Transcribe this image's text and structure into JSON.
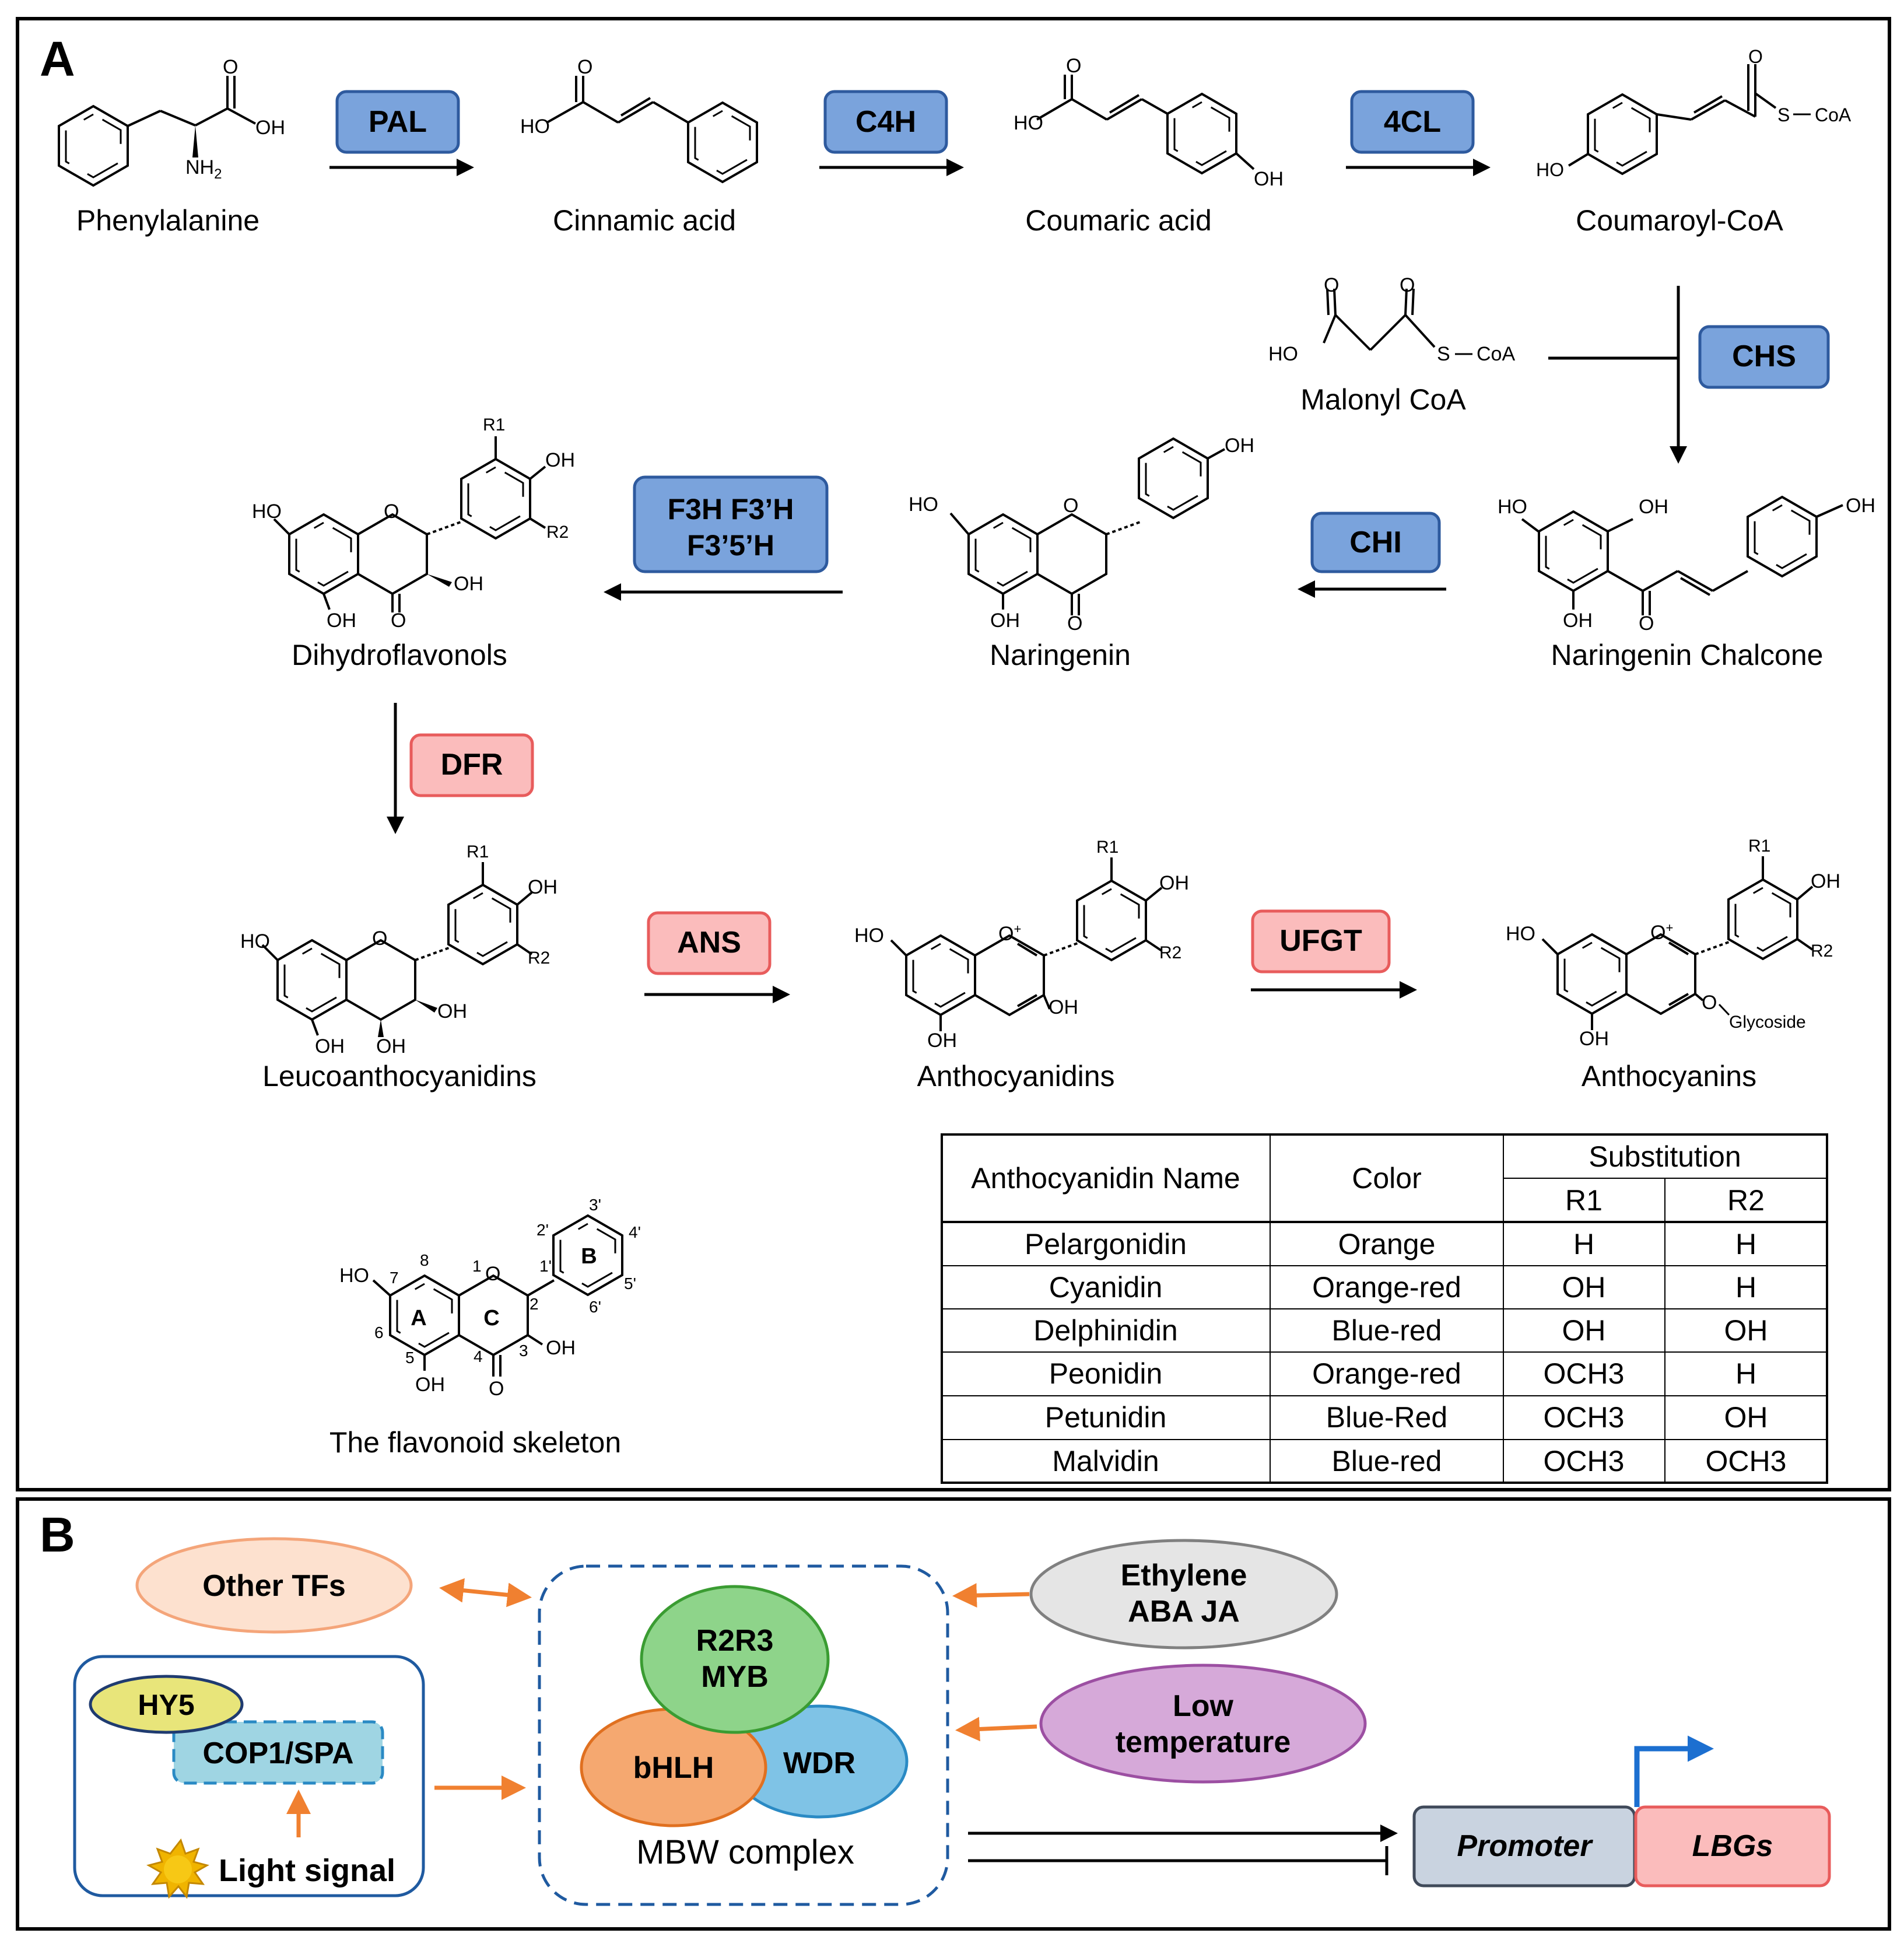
{
  "panels": {
    "a_label": "A",
    "b_label": "B"
  },
  "colors": {
    "blue_fill": "#7aa3dc",
    "blue_stroke": "#2e5a9e",
    "pink_fill": "#fbbcbc",
    "pink_stroke": "#e85c5c",
    "orange_arrow": "#f08030",
    "light_blue": "#1f5aa0",
    "arrow_blue": "#1c6fd0",
    "myb_fill": "#8ed48a",
    "myb_stroke": "#3a9c32",
    "bhlh_fill": "#f5a870",
    "bhlh_stroke": "#e07020",
    "wdr_fill": "#7fc3e6",
    "wdr_stroke": "#2a8ac4",
    "otf_fill": "#fde1cf",
    "otf_stroke": "#f4a57a",
    "eth_fill": "#e5e5e5",
    "eth_stroke": "#808080",
    "low_fill": "#d6a9d9",
    "low_stroke": "#9c4fa2",
    "hy5_fill": "#e8e57a",
    "hy5_stroke": "#1f3b70",
    "cop_fill": "#9fd5e3",
    "cop_stroke": "#2a8ac4",
    "prom_fill": "#c9d3e0",
    "prom_stroke": "#404a5a",
    "lbg_fill": "#fbbcbc",
    "lbg_stroke": "#e85c5c"
  },
  "compounds": {
    "phenylalanine": "Phenylalanine",
    "cinnamic": "Cinnamic acid",
    "coumaric": "Coumaric acid",
    "coumaroyl": "Coumaroyl-CoA",
    "malonyl": "Malonyl CoA",
    "chalcone": "Naringenin Chalcone",
    "naringenin": "Naringenin",
    "dihydro": "Dihydroflavonols",
    "leuco": "Leucoanthocyanidins",
    "anthocyanidins": "Anthocyanidins",
    "anthocyanins": "Anthocyanins",
    "skeleton": "The flavonoid skeleton"
  },
  "enzymes": {
    "pal": "PAL",
    "c4h": "C4H",
    "fourcl": "4CL",
    "chs": "CHS",
    "chi": "CHI",
    "f3h_line1": "F3H F3’H",
    "f3h_line2": "F3’5’H",
    "dfr": "DFR",
    "ans": "ANS",
    "ufgt": "UFGT"
  },
  "atoms": {
    "o": "O",
    "oh": "OH",
    "ho": "HO",
    "nh2": "NH",
    "nh2_sub": "2",
    "s": "S",
    "coa": "CoA",
    "r1": "R1",
    "r2": "R2",
    "o_plus": "O",
    "plus": "+",
    "glycoside": "Glycoside",
    "skel_nums": [
      "1",
      "2",
      "3",
      "4",
      "5",
      "6",
      "7",
      "8",
      "1'",
      "2'",
      "3'",
      "4'",
      "5'",
      "6'"
    ],
    "ring_a": "A",
    "ring_b": "B",
    "ring_c": "C"
  },
  "table": {
    "col_name": "Anthocyanidin Name",
    "col_color": "Color",
    "col_subst": "Substitution",
    "col_r1": "R1",
    "col_r2": "R2",
    "rows": [
      {
        "name": "Pelargonidin",
        "color": "Orange",
        "r1": "H",
        "r2": "H"
      },
      {
        "name": "Cyanidin",
        "color": "Orange-red",
        "r1": "OH",
        "r2": "H"
      },
      {
        "name": "Delphinidin",
        "color": "Blue-red",
        "r1": "OH",
        "r2": "OH"
      },
      {
        "name": "Peonidin",
        "color": "Orange-red",
        "r1": "OCH3",
        "r2": "H"
      },
      {
        "name": "Petunidin",
        "color": "Blue-Red",
        "r1": "OCH3",
        "r2": "OH"
      },
      {
        "name": "Malvidin",
        "color": "Blue-red",
        "r1": "OCH3",
        "r2": "OCH3"
      }
    ]
  },
  "regulation": {
    "other_tfs": "Other TFs",
    "ethylene_line1": "Ethylene",
    "ethylene_line2": "ABA JA",
    "low_line1": "Low",
    "low_line2": "temperature",
    "hy5": "HY5",
    "cop1": "COP1/SPA",
    "light": "Light signal",
    "myb_line1": "R2R3",
    "myb_line2": "MYB",
    "bhlh": "bHLH",
    "wdr": "WDR",
    "mbw": "MBW complex",
    "promoter": "Promoter",
    "lbgs": "LBGs"
  }
}
